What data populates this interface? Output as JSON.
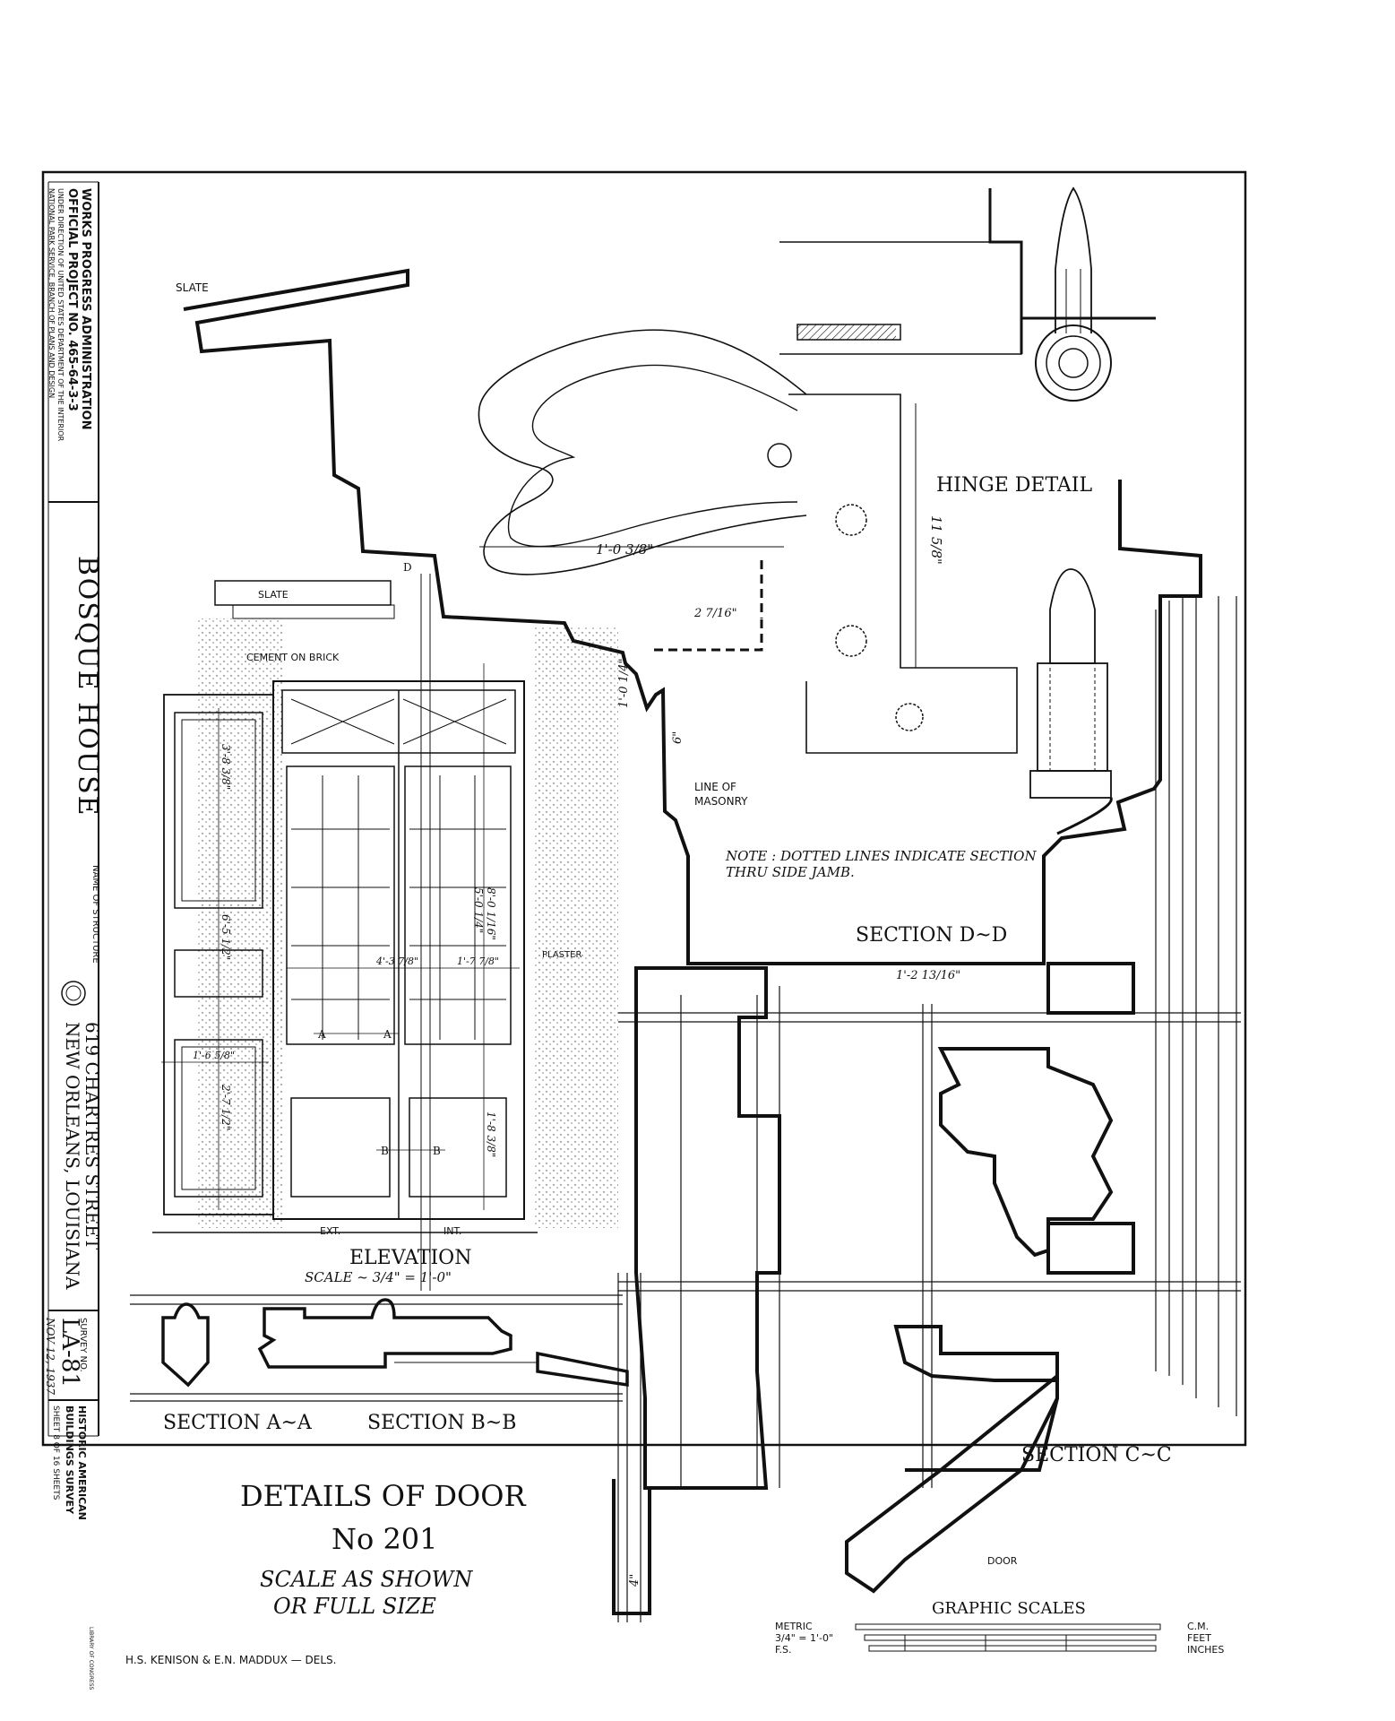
{
  "title_block": {
    "wpa_line1": "WORKS PROGRESS ADMINISTRATION",
    "wpa_line2": "OFFICIAL PROJECT NO. 465-64-3-3",
    "wpa_line3": "UNDER DIRECTION OF UNITED STATES DEPARTMENT OF THE INTERIOR",
    "wpa_line4": "NATIONAL PARK SERVICE, BRANCH OF PLANS AND DESIGN",
    "structure_name": "BOSQUE HOUSE",
    "name_of_structure_label": "NAME OF STRUCTURE",
    "address_line1": "619 CHARTRES STREET",
    "address_line2": "NEW ORLEANS, LOUISIANA",
    "survey_no_label": "SURVEY NO.",
    "survey_no": "LA-81",
    "date": "NOV 12, 1937",
    "habs_line1": "HISTORIC AMERICAN",
    "habs_line2": "BUILDINGS SURVEY",
    "sheet_line": "SHEET 8 OF 16 SHEETS"
  },
  "drawing_title": {
    "line1": "DETAILS OF DOOR",
    "line2": "No 201",
    "scale_line1": "SCALE AS SHOWN",
    "scale_line2": "OR FULL SIZE"
  },
  "elevation": {
    "title": "ELEVATION",
    "scale": "SCALE ~ 3/4\" = 1'-0\"",
    "slate": "SLATE",
    "cement": "CEMENT ON BRICK",
    "plaster": "PLASTER",
    "ext": "EXT.",
    "int": "INT."
  },
  "sections": {
    "aa": "SECTION A~A",
    "bb": "SECTION B~B",
    "cc": "SECTION C~C",
    "dd": "SECTION D~D"
  },
  "hinge": {
    "title": "HINGE DETAIL",
    "dim_width": "1'-0 3/8\"",
    "dim_height": "11 5/8\""
  },
  "notes": {
    "slate_top": "SLATE",
    "line_of_masonry_1": "LINE OF",
    "line_of_masonry_2": "MASONRY",
    "note_line1": "NOTE : DOTTED LINES INDICATE SECTION",
    "note_line2": "THRU SIDE JAMB.",
    "door": "DOOR"
  },
  "dimensions": {
    "d1": "2 7/16\"",
    "d2": "1'-0 1/4\"",
    "d3": "6\"",
    "d4": "1'-2 13/16\"",
    "d5": "4\"",
    "e1": "3'-8 3/8\"",
    "e2": "1'-6 5/8\"",
    "e3": "2'-7 1/2\"",
    "e4": "6'-5 1/2\"",
    "e5": "4'-3 7/8\"",
    "e6": "1'-7 7/8\"",
    "e7": "1'-8 3/8\"",
    "e8": "8'-0 1/16\"",
    "e9": "5'-0 1/4\"",
    "cut_a": "A",
    "cut_b": "B",
    "cut_d": "D"
  },
  "graphic_scales": {
    "title": "GRAPHIC SCALES",
    "metric": "METRIC",
    "ratio": "3/4\" = 1'-0\"",
    "fs": "F.S.",
    "cm": "C.M.",
    "feet": "FEET",
    "inches": "INCHES"
  },
  "credits": {
    "delineators": "H.S. KENISON & E.N. MADDUX — DELS.",
    "library": "LIBRARY OF CONGRESS"
  }
}
